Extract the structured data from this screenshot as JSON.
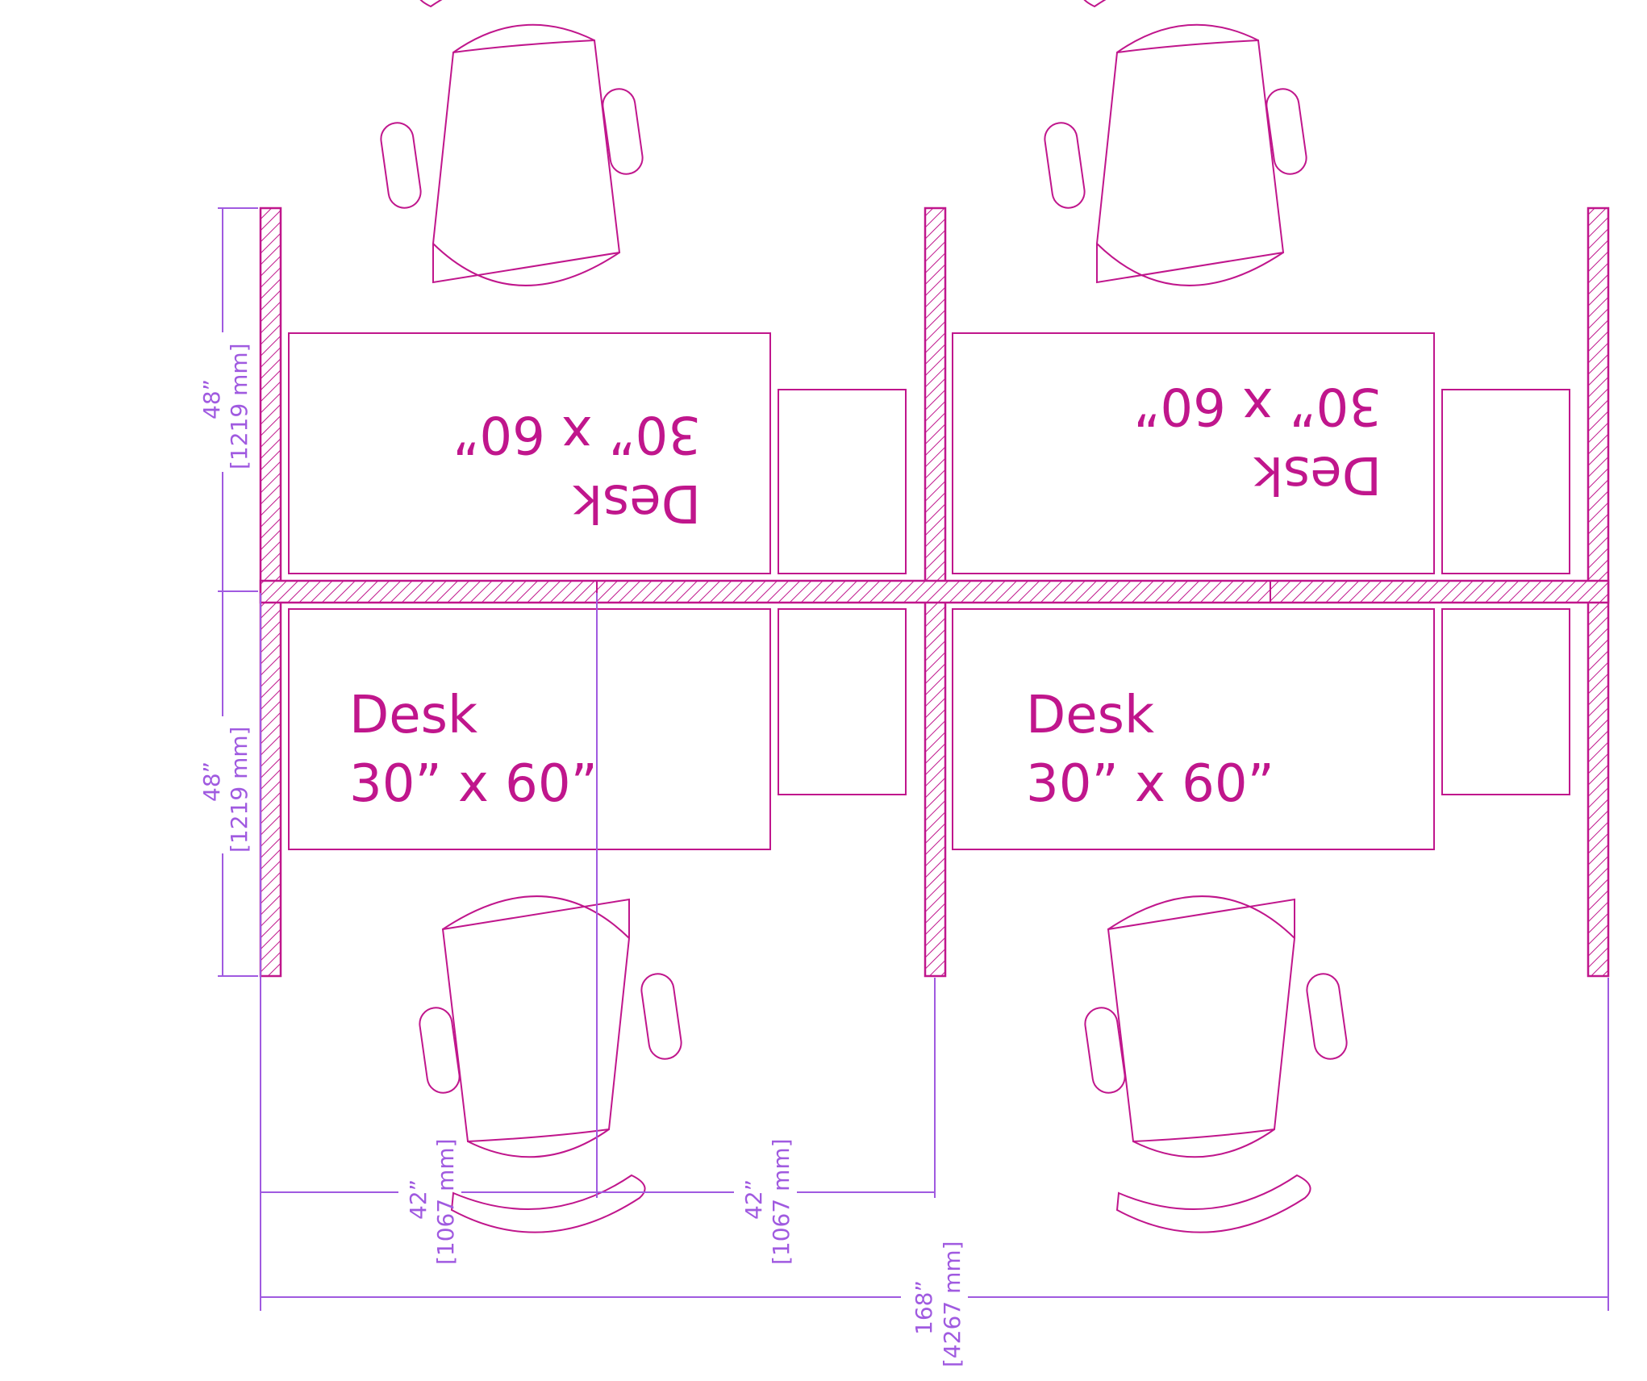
{
  "desks": [
    {
      "name_label": "Desk",
      "size_label": "30” x 60”",
      "orientation": "rotated-180"
    },
    {
      "name_label": "Desk",
      "size_label": "30” x 60”",
      "orientation": "rotated-180"
    },
    {
      "name_label": "Desk",
      "size_label": "30” x 60”",
      "orientation": "upright"
    },
    {
      "name_label": "Desk",
      "size_label": "30” x 60”",
      "orientation": "upright"
    }
  ],
  "dimensions": {
    "left_upper": {
      "imperial": "48”",
      "metric": "[1219 mm]"
    },
    "left_lower": {
      "imperial": "48”",
      "metric": "[1219 mm]"
    },
    "bottom_left": {
      "imperial": "42”",
      "metric": "[1067 mm]"
    },
    "bottom_mid": {
      "imperial": "42”",
      "metric": "[1067 mm]"
    },
    "overall": {
      "imperial": "168”",
      "metric": "[4267 mm]"
    }
  },
  "colors": {
    "furniture": "#c0168c",
    "dimension": "#a05ae0",
    "background": "#ffffff"
  }
}
